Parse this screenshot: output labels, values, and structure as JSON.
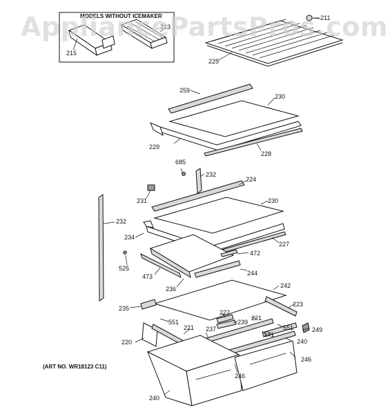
{
  "watermark": "AppliancePartsPros.com",
  "inset": {
    "title": "MODELS WITHOUT ICEMAKER"
  },
  "art_number": "(ART NO. WR18123 C11)",
  "callouts": {
    "c211": "211",
    "c215": "215",
    "c213": "213",
    "c225": "225",
    "c259": "259",
    "c230a": "230",
    "c229": "229",
    "c228": "228",
    "c685": "685",
    "c232a": "232",
    "c224": "224",
    "c231": "231",
    "c230b": "230",
    "c232b": "232",
    "c234": "234",
    "c227": "227",
    "c472": "472",
    "c525": "525",
    "c473": "473",
    "c244": "244",
    "c236": "236",
    "c242": "242",
    "c235": "235",
    "c223": "223",
    "c222": "222",
    "c239": "239",
    "c221a": "221",
    "c551a": "551",
    "c221b": "221",
    "c249": "249",
    "c551b": "551",
    "c237": "237",
    "c241": "241",
    "c240a": "240",
    "c220": "220",
    "c246a": "246",
    "c246b": "246",
    "c240b": "240"
  }
}
